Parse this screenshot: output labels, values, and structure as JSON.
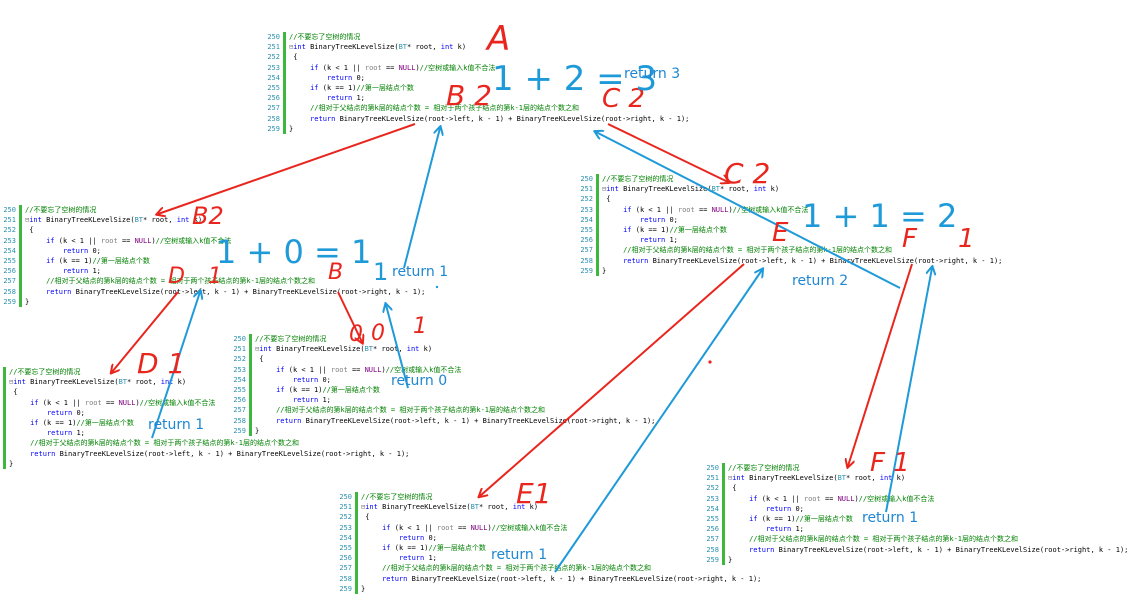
{
  "code": {
    "line_numbers": [
      "250",
      "251",
      "252",
      "253",
      "254",
      "255",
      "256",
      "257",
      "258",
      "259"
    ],
    "comment_top": "//不要忘了空树的情况",
    "signature_kw": "int ",
    "signature_fn": "BinaryTreeKLevelSize(",
    "signature_type": "BT",
    "signature_rest": "* root, ",
    "signature_kw2": "int",
    "signature_end": " k)",
    "open_brace": "{",
    "if1_kw": "if",
    "if1_cond_a": " (k < 1 || ",
    "if1_cond_b": "root",
    "if1_cond_c": " == ",
    "if1_cond_d": "NULL",
    "if1_cond_e": ")",
    "if1_comment": "//空树或输入k值不合法",
    "ret0_kw": "return",
    "ret0_val": " 0;",
    "if2_kw": "if",
    "if2_cond": " (k == 1)",
    "if2_comment": "//第一层结点个数",
    "ret1_kw": "return",
    "ret1_val": " 1;",
    "recur_comment": "//相对于父结点的第k层的结点个数 = 相对于两个孩子结点的第k-1层的结点个数之和",
    "recur_kw": "return",
    "recur_expr": " BinaryTreeKLevelSize(root->left, k - 1) + BinaryTreeKLevelSize(root->right, k - 1);",
    "close_brace": "}"
  },
  "annotations": {
    "red": {
      "A": "A",
      "B2_top": "B 2",
      "C2_top": "C 2",
      "C2_node": "C 2",
      "B2_node": "B2",
      "D1": "D 1",
      "D_small": "D",
      "B_small": "B",
      "B_zero": "0",
      "one_b": "1",
      "zero_g": "0",
      "one_g": "1",
      "E": "E",
      "E1": "E1",
      "F_small": "F",
      "F1": "F 1"
    },
    "blue": {
      "eq_top": "1 + 2 = 3",
      "eq_left": "1 + 0 = 1",
      "eq_right": "1 + 1 = 2",
      "one_d": "1",
      "one_b": "1",
      "one_e": "1"
    },
    "returns": {
      "return_3": "return 3",
      "return_1_mid": "return 1",
      "return_2": "return 2",
      "return_0": "return 0",
      "return_1_d": "return 1",
      "return_1_e": "return 1",
      "return_1_f": "return 1"
    }
  },
  "colors": {
    "red": "#e8261e",
    "blue": "#1f9ad8",
    "line_number": "#2b91af",
    "gutter_bar": "#3cb83c",
    "comment": "#008000",
    "keyword": "#0000ff",
    "macro": "#800080"
  }
}
